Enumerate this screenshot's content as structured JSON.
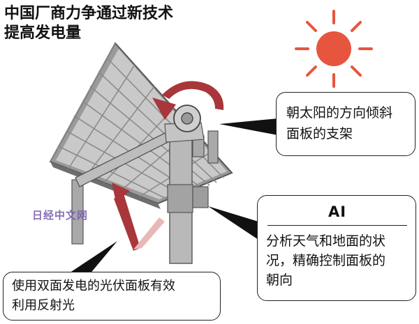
{
  "title": {
    "line1": "中国厂商力争通过新技术",
    "line2": "提高发电量"
  },
  "callouts": {
    "bracket": {
      "line1": "朝太阳的方向倾斜",
      "line2": "面板的支架"
    },
    "ai": {
      "heading": "AI",
      "line1": "分析天气和地面的状",
      "line2": "况，精确控制面板的",
      "line3": "朝向"
    },
    "bifacial": {
      "line1": "使用双面发电的光伏面板有效",
      "line2": "利用反射光"
    }
  },
  "watermark": "日经中文网",
  "icons": [
    "sun-icon",
    "rotation-arrow-icon",
    "reflection-arrow-icon"
  ],
  "colors": {
    "sun": "#e8553f",
    "arrow": "#a8363a",
    "panel_frame": "#8b8b8b",
    "panel_cell": "#c9c9c9",
    "pole": "#b9b9b9"
  }
}
